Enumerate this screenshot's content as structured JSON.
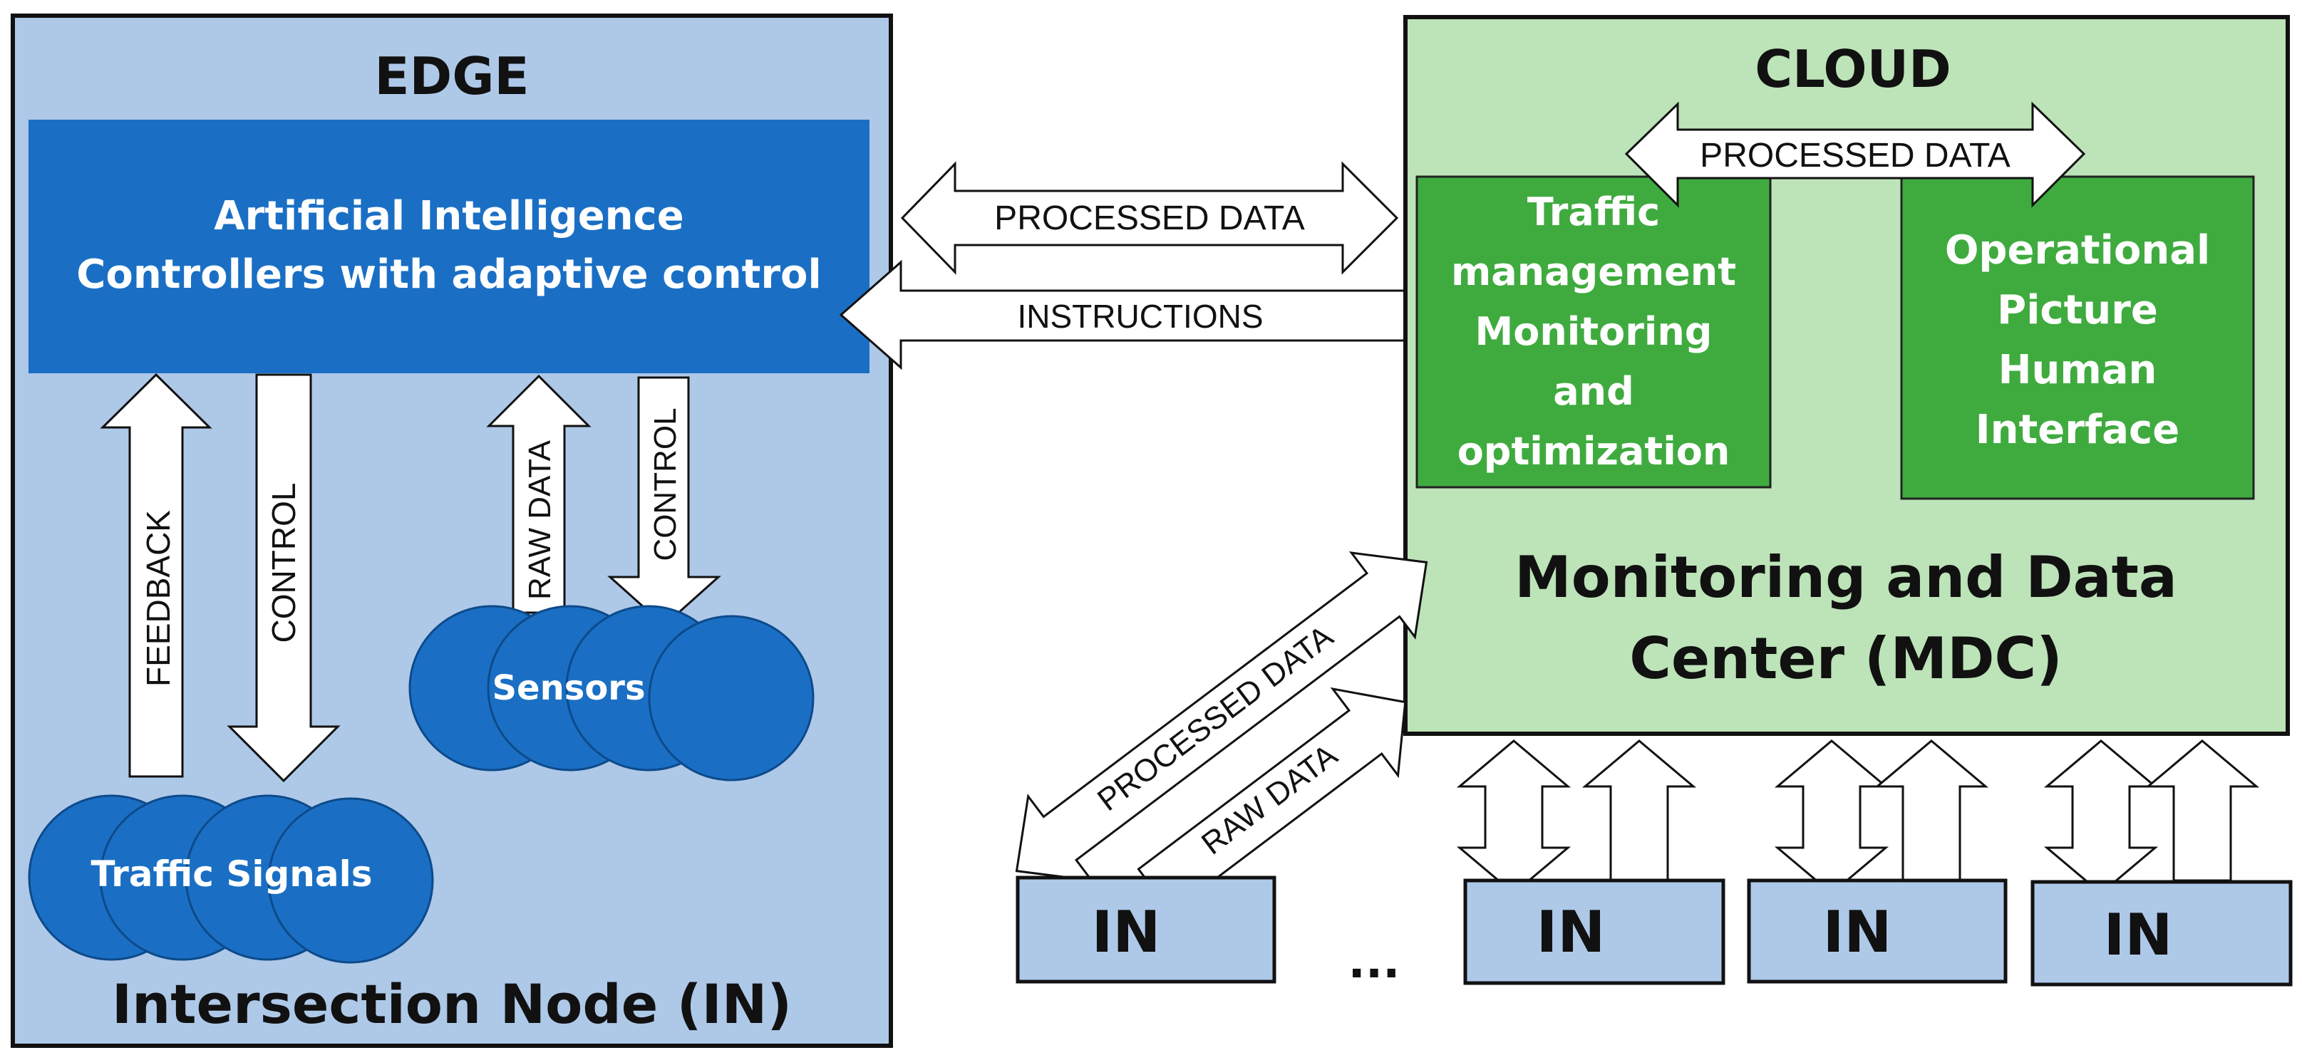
{
  "edge": {
    "title": "EDGE",
    "footer": "Intersection Node (IN)",
    "ai_box": {
      "line1": "Artificial Intelligence",
      "line2": "Controllers with adaptive control"
    },
    "feedback_label": "FEEDBACK",
    "control_label_left": "CONTROL",
    "raw_data_label": "RAW DATA",
    "control_label_right": "CONTROL",
    "sensors_label": "Sensors",
    "signals_label": "Traffic Signals"
  },
  "cloud": {
    "title": "CLOUD",
    "processed_data_label": "PROCESSED DATA",
    "traffic_box": [
      "Traffic",
      "management",
      "Monitoring",
      "and",
      "optimization"
    ],
    "operational_box": [
      "Operational",
      "Picture",
      "Human",
      "Interface"
    ],
    "footer_line1": "Monitoring and Data",
    "footer_line2": "Center (MDC)"
  },
  "links": {
    "processed_data": "PROCESSED DATA",
    "instructions": "INSTRUCTIONS",
    "diag_processed": "PROCESSED DATA",
    "diag_raw": "RAW DATA"
  },
  "nodes": {
    "labels": [
      "IN",
      "IN",
      "IN",
      "IN"
    ],
    "ellipsis": "..."
  },
  "colors": {
    "edge_bg": "#aec8e8",
    "ai_box": "#1a6fc4",
    "sensor": "#1a6fc4",
    "cloud_bg": "#bde3b8",
    "cloud_box": "#3fab3f",
    "node_bg": "#aec8e8"
  }
}
